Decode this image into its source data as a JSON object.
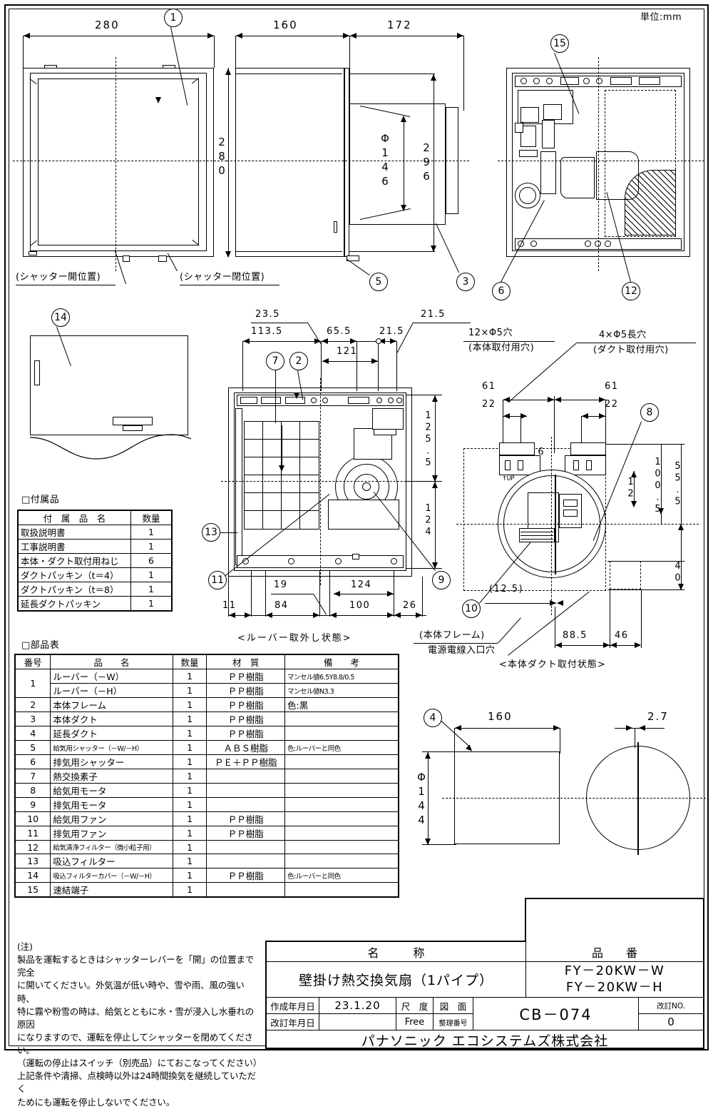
{
  "sheet": {
    "unit_label": "単位:mm"
  },
  "views": {
    "front": {
      "width_dim": "280",
      "height_dim": "280",
      "note_open": "(シャッター開位置)",
      "note_closed": "(シャッター閉位置)",
      "balloon": "1"
    },
    "side": {
      "depth_dim": "160",
      "duct_dim": "172",
      "duct_dia": "Φ146",
      "height_dim": "296",
      "balloon_shutter": "5",
      "balloon_duct": "3"
    },
    "internal_top_right": {
      "balloon_terminal": "15",
      "balloon_exhaust_shutter": "6",
      "balloon_filter": "12"
    },
    "filter_cover": {
      "balloon": "14"
    },
    "louver_removed": {
      "caption": "<ルーバー取外し状態>",
      "dim_23_5": "23.5",
      "dim_113_5": "113.5",
      "dim_65_5": "65.5",
      "dim_21_5_top": "21.5",
      "dim_21_5_second": "21.5",
      "dim_121": "121",
      "dim_125_5": "125.5",
      "dim_124_right": "124",
      "dim_11": "11",
      "dim_84": "84",
      "dim_19": "19",
      "dim_100": "100",
      "dim_124_bottom": "124",
      "dim_26": "26",
      "balloon_element": "7",
      "balloon_frame": "2",
      "balloon_suction_filter": "13",
      "balloon_exhaust_fan": "11",
      "balloon_exhaust_motor": "9"
    },
    "duct_mounted": {
      "caption": "<本体ダクト取付状態>",
      "hole_note_body": "12×Φ5穴",
      "hole_note_body_sub": "(本体取付用穴)",
      "hole_note_duct": "4×Φ5長穴",
      "hole_note_duct_sub": "(ダクト取付用穴)",
      "frame_label": "(本体フレーム)",
      "power_inlet_label": "電源電線入口穴",
      "up_mark": "↑UP",
      "dim_61_left": "61",
      "dim_61_right": "61",
      "dim_22_left": "22",
      "dim_22_right": "22",
      "dim_6": "6",
      "dim_12": "12",
      "dim_100_5": "100.5",
      "dim_55_5": "55.5",
      "dim_40": "40",
      "dim_12_5": "(12.5)",
      "dim_88_5": "88.5",
      "dim_46": "46",
      "balloon_supply_motor": "8",
      "balloon_supply_fan": "10"
    },
    "extension_duct": {
      "length_dim": "160",
      "dia_dim": "Φ144",
      "thickness_dim": "2.7",
      "balloon": "4"
    }
  },
  "accessories": {
    "title": "□付属品",
    "headers": [
      "付　属　品　名",
      "数量"
    ],
    "rows": [
      [
        "取扱説明書",
        "1"
      ],
      [
        "工事説明書",
        "1"
      ],
      [
        "本体・ダクト取付用ねじ",
        "6"
      ],
      [
        "ダクトパッキン（t＝4）",
        "1"
      ],
      [
        "ダクトパッキン（t＝8）",
        "1"
      ],
      [
        "延長ダクトパッキン",
        "1"
      ]
    ]
  },
  "parts": {
    "title": "□部品表",
    "headers": [
      "番号",
      "品　　名",
      "数量",
      "材　質",
      "備　　考"
    ],
    "rows": [
      {
        "no": "1",
        "name": "ルーバー（－W）",
        "qty": "1",
        "material": "ＰＰ樹脂",
        "remark": "マンセル値6.5Y8.8/0.5",
        "merge_no": "top"
      },
      {
        "no": "",
        "name": "ルーバー（－H）",
        "qty": "1",
        "material": "ＰＰ樹脂",
        "remark": "マンセル値N3.3",
        "merge_no": "bottom"
      },
      {
        "no": "2",
        "name": "本体フレーム",
        "qty": "1",
        "material": "ＰＰ樹脂",
        "remark": "色:黒"
      },
      {
        "no": "3",
        "name": "本体ダクト",
        "qty": "1",
        "material": "ＰＰ樹脂",
        "remark": ""
      },
      {
        "no": "4",
        "name": "延長ダクト",
        "qty": "1",
        "material": "ＰＰ樹脂",
        "remark": ""
      },
      {
        "no": "5",
        "name": "給気用シャッター（－W/－H）",
        "qty": "1",
        "material": "ＡＢＳ樹脂",
        "remark": "色:ルーバーと同色"
      },
      {
        "no": "6",
        "name": "排気用シャッター",
        "qty": "1",
        "material": "ＰＥ＋ＰＰ樹脂",
        "remark": ""
      },
      {
        "no": "7",
        "name": "熱交換素子",
        "qty": "1",
        "material": "",
        "remark": ""
      },
      {
        "no": "8",
        "name": "給気用モータ",
        "qty": "1",
        "material": "",
        "remark": ""
      },
      {
        "no": "9",
        "name": "排気用モータ",
        "qty": "1",
        "material": "",
        "remark": ""
      },
      {
        "no": "10",
        "name": "給気用ファン",
        "qty": "1",
        "material": "ＰＰ樹脂",
        "remark": ""
      },
      {
        "no": "11",
        "name": "排気用ファン",
        "qty": "1",
        "material": "ＰＰ樹脂",
        "remark": ""
      },
      {
        "no": "12",
        "name": "給気清浄フィルター（微小粒子用）",
        "qty": "1",
        "material": "",
        "remark": ""
      },
      {
        "no": "13",
        "name": "吸込フィルター",
        "qty": "1",
        "material": "",
        "remark": ""
      },
      {
        "no": "14",
        "name": "吸込フィルターカバー（－W/－H）",
        "qty": "1",
        "material": "ＰＰ樹脂",
        "remark": "色:ルーバーと同色"
      },
      {
        "no": "15",
        "name": "速結端子",
        "qty": "1",
        "material": "",
        "remark": ""
      }
    ]
  },
  "notes": {
    "heading": "(注)",
    "lines": [
      "製品を運転するときはシャッターレバーを「開」の位置まで完全",
      "に開いてください。外気温が低い時や、雪や雨、風の強い時、",
      "特に霧や粉雪の時は、給気とともに水・雪が浸入し水垂れの原因",
      "になりますので、運転を停止してシャッターを閉めてください。",
      "（運転の停止はスイッチ（別売品）にておこなってください）",
      "上記条件や清掃、点検時以外は24時間換気を継続していただく",
      "ためにも運転を停止しないでください。"
    ]
  },
  "title_block": {
    "name_header": "名　　　称",
    "product_name": "壁掛け熱交換気扇（1パイプ）",
    "model_header": "品　　番",
    "model_1": "FY－20KW－W",
    "model_2": "FY－20KW－H",
    "created_label": "作成年月日",
    "created_value": "23.1.20",
    "revised_label": "改訂年月日",
    "revised_value": "",
    "scale_label": "尺　度",
    "scale_value": "Free",
    "drawing_label": "図　面",
    "filing_label": "整理番号",
    "drawing_no": "CB－074",
    "rev_no_label": "改訂NO.",
    "rev_no_value": "0",
    "company": "パナソニック エコシステムズ株式会社"
  }
}
